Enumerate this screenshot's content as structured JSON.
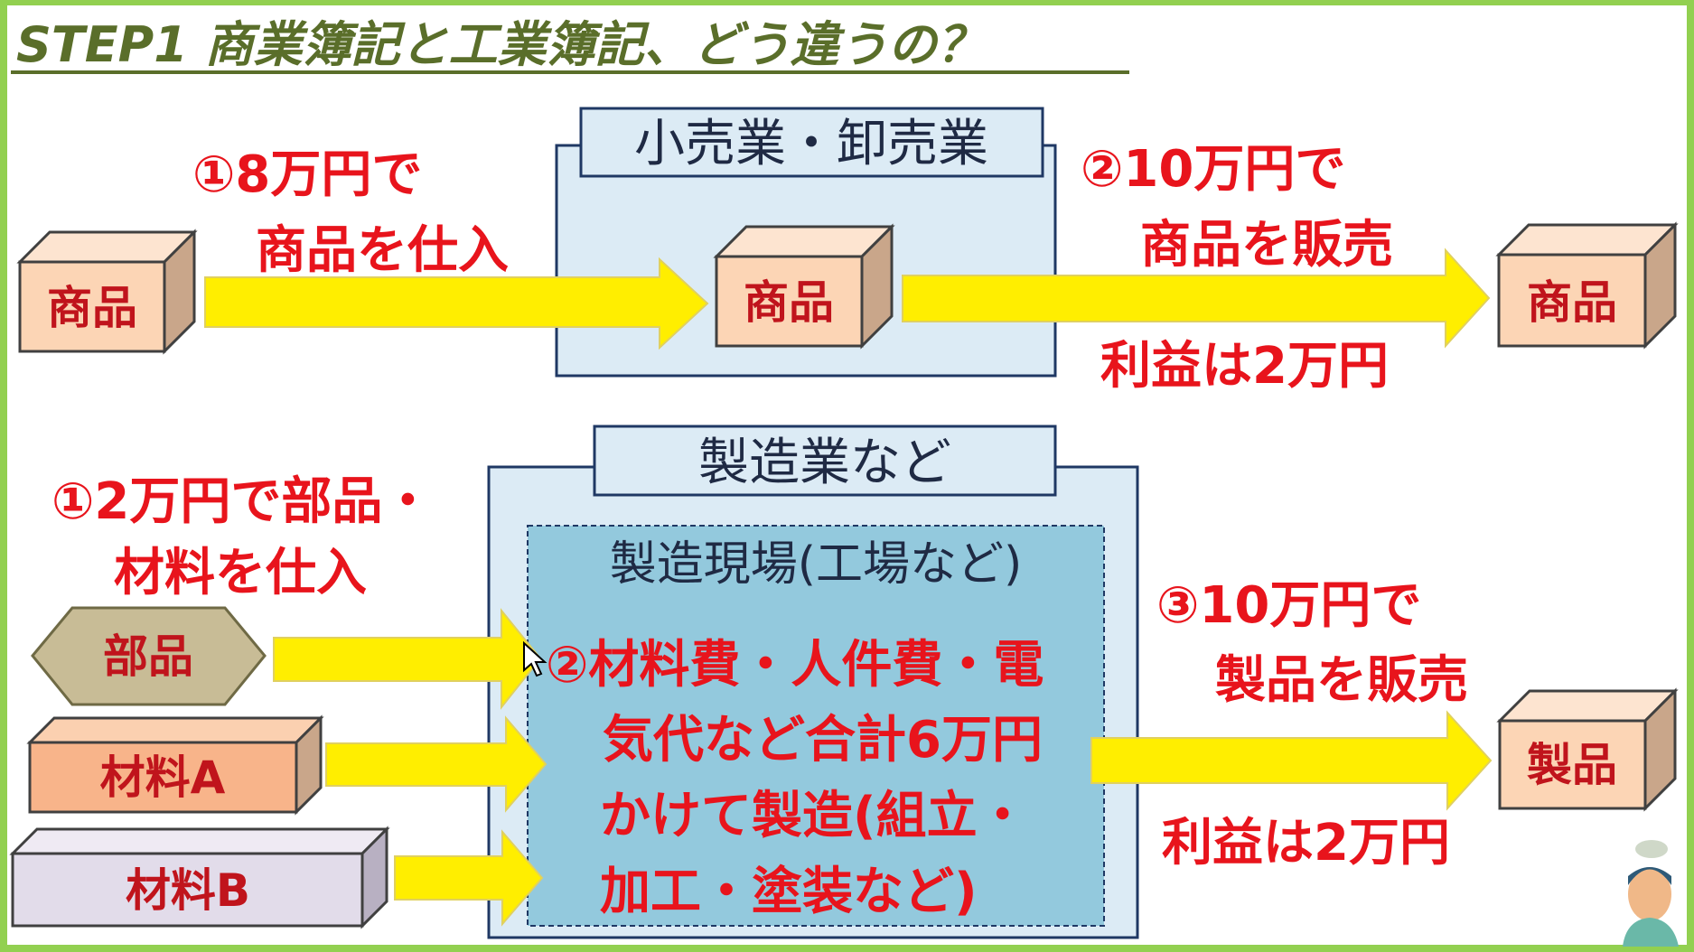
{
  "title": "STEP1 商業簿記と工業簿記、どう違うの？",
  "retail": {
    "label": "小売業・卸売業",
    "buy_line1": "①8万円で",
    "buy_line2": "商品を仕入",
    "sell_line1": "②10万円で",
    "sell_line2": "商品を販売",
    "profit": "利益は2万円",
    "box_left": "商品",
    "box_middle": "商品",
    "box_right": "商品"
  },
  "manufacturing": {
    "label": "製造業など",
    "inner_label": "製造現場(工場など)",
    "buy_line1": "①2万円で部品・",
    "buy_line2": "材料を仕入",
    "process_lines": [
      "②材料費・人件費・電",
      "気代など合計6万円",
      "かけて製造(組立・",
      "加工・塗装など)"
    ],
    "sell_line1": "③10万円で",
    "sell_line2": "製品を販売",
    "profit": "利益は2万円",
    "parts": "部品",
    "material_a": "材料A",
    "material_b": "材料B",
    "product": "製品"
  },
  "colors": {
    "border": "#92d050",
    "accent_red": "#e8141c",
    "arrow": "#ffee00",
    "panel": "#dcebf5",
    "inner_panel": "#93c9dd"
  }
}
